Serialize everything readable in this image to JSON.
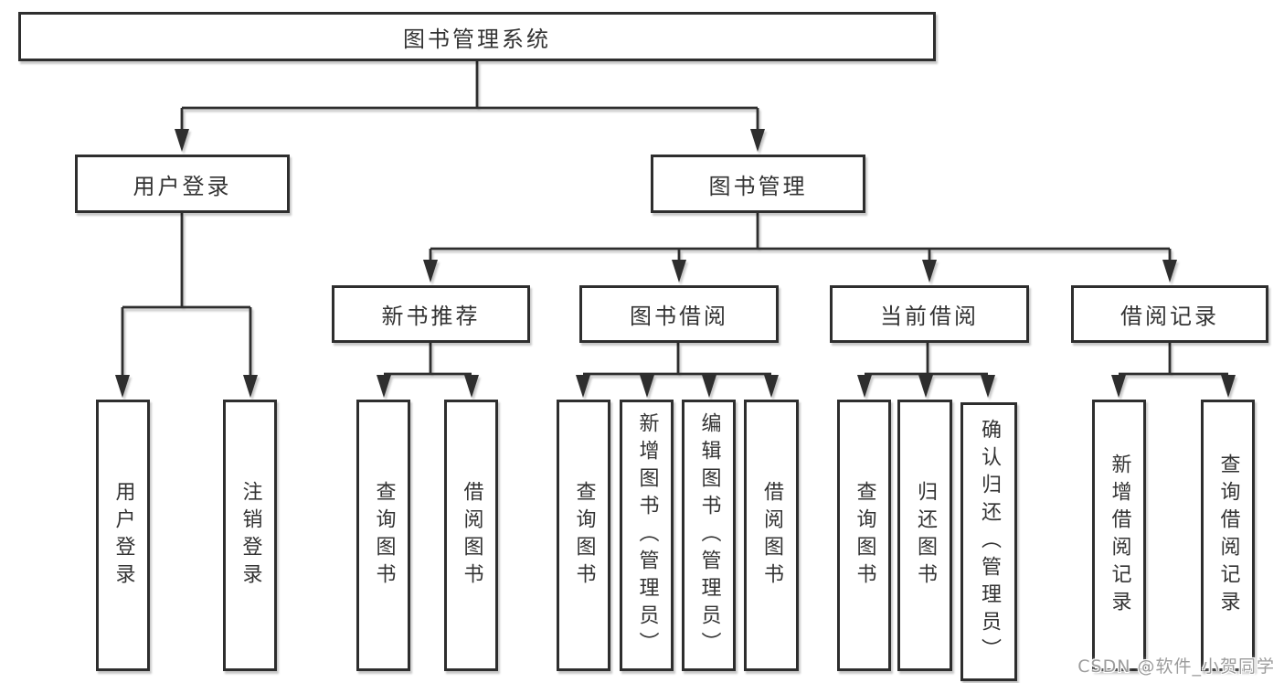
{
  "diagram": {
    "root": "图书管理系统",
    "level2": {
      "user": "用户登录",
      "book": "图书管理"
    },
    "level3": {
      "recommend": "新书推荐",
      "borrow": "图书借阅",
      "current": "当前借阅",
      "record": "借阅记录"
    },
    "leaves": {
      "user": [
        "用户登录",
        "注销登录"
      ],
      "recommend": [
        "查询图书",
        "借阅图书"
      ],
      "borrow": [
        "查询图书",
        "新增图书（管理员）",
        "编辑图书（管理员）",
        "借阅图书"
      ],
      "current": [
        "查询图书",
        "归还图书",
        "确认归还（管理员）"
      ],
      "record": [
        "新增借阅记录",
        "查询借阅记录"
      ]
    }
  },
  "watermark": {
    "text": "CSDN @软件_小贺同学",
    "color": "#9c9c9c"
  },
  "colors": {
    "line": "#2e2e2e",
    "box_border": "#2e2e2e",
    "box_fill": "#ffffff",
    "text": "#333333",
    "background": "#ffffff"
  }
}
